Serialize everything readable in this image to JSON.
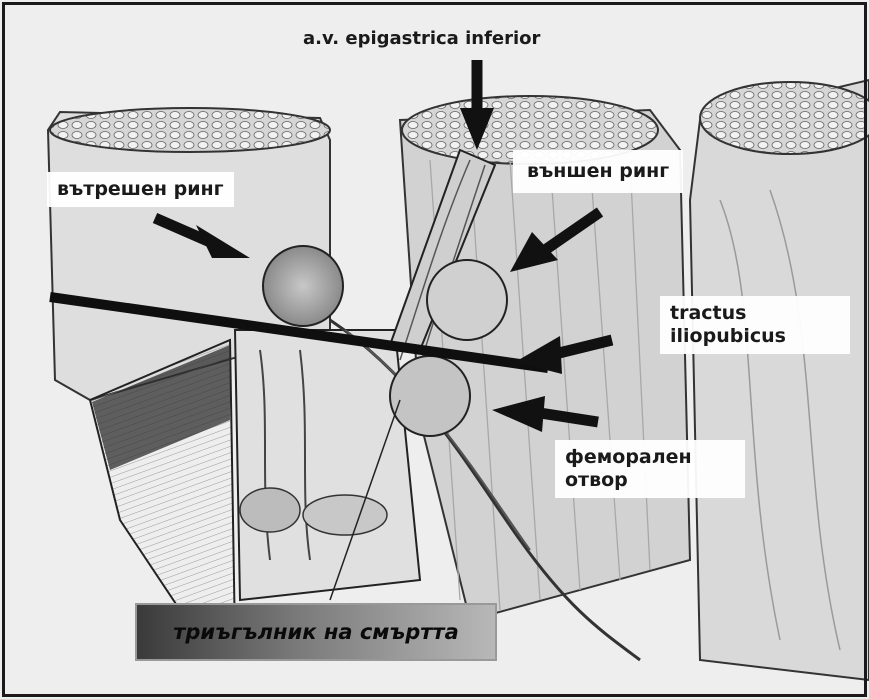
{
  "labels": {
    "vessel": "a.v. epigastrica inferior",
    "internal_ring": "вътрешен ринг",
    "external_ring": "външен ринг",
    "tract_line1": "tractus",
    "tract_line2": "iliopubicus",
    "femoral_line1": "феморален",
    "femoral_line2": "отвор",
    "triangle": "триъгълник на смъртта"
  },
  "colors": {
    "ink": "#1a1a1a",
    "paper": "#e6e6e6",
    "shade": "#b5b5b5"
  }
}
